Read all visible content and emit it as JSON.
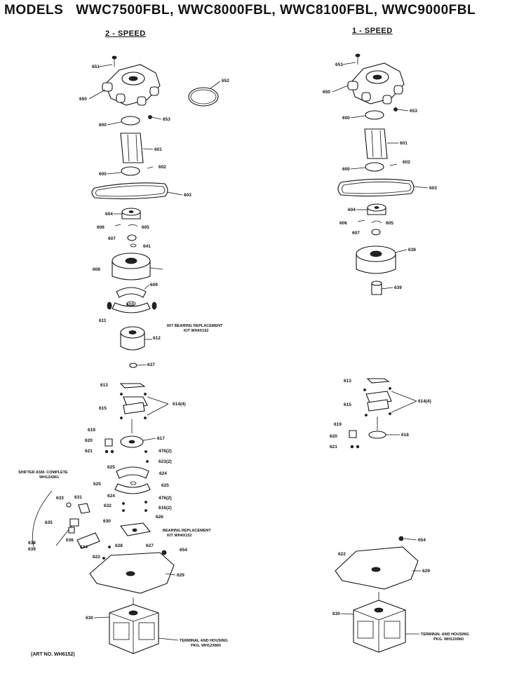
{
  "header": {
    "models_label": "MODELS",
    "models_list": "WWC7500FBL, WWC8000FBL, WWC8100FBL, WWC9000FBL",
    "left_heading": "2 - SPEED",
    "right_heading": "1 - SPEED"
  },
  "left_labels": {
    "p651": "651",
    "p650": "650",
    "p652": "652",
    "p653": "653",
    "p600": "600",
    "p601": "601",
    "p602": "602",
    "p603": "603",
    "p604": "604",
    "p606": "606",
    "p605": "605",
    "p607": "607",
    "p641": "641",
    "p608": "608",
    "p609": "609",
    "p610": "610",
    "p611": "611",
    "p612": "612",
    "p637": "637",
    "p613": "613",
    "p615": "615",
    "p614": "614(4)",
    "p619": "619",
    "p617": "617",
    "p620": "620",
    "p621": "621",
    "p4762": "476(2)",
    "p6232": "623(2)",
    "p625a": "625",
    "p624a": "624",
    "p625b": "625",
    "p625c": "625",
    "p624b": "624",
    "p632": "632",
    "p4762b": "476(2)",
    "p6162": "616(2)",
    "p626": "626",
    "p633": "633",
    "p631": "631",
    "p635": "635",
    "p630": "630",
    "p627": "627",
    "p634": "634",
    "p636": "636",
    "p628": "628",
    "p654": "654",
    "p622": "622",
    "p629": "629",
    "p638": "638",
    "p639": "639"
  },
  "right_labels": {
    "p651": "651",
    "p650": "650",
    "p600": "600",
    "p653": "653",
    "p601": "601",
    "p602": "602",
    "p603": "603",
    "p604": "604",
    "p606": "606",
    "p605": "605",
    "p607": "607",
    "p638": "638",
    "p639": "639",
    "p613": "613",
    "p615": "615",
    "p614": "614(4)",
    "p619": "619",
    "p620": "620",
    "p621": "621",
    "p618": "618",
    "p654": "654",
    "p622": "622",
    "p629": "629",
    "p630": "630"
  },
  "notes": {
    "bearing1_line1": "607 BEARING REPLACEMENT",
    "bearing1_line2": "KIT WH4X152",
    "bearing2_line1": "BEARING REPLACEMENT",
    "bearing2_line2": "KIT WH4X152",
    "shifter_line1": "SHIFTER ASM. COMPLETE",
    "shifter_line2": "WH12X861",
    "term_left_line1": "TERMINAL AND HOUSING",
    "term_left_line2": "PKG. WH12X860",
    "term_right_line1": "TERMINAL AND HOUSING",
    "term_right_line2": "PKG. WH12X860",
    "art_no": "(ART NO. WH6152)"
  }
}
